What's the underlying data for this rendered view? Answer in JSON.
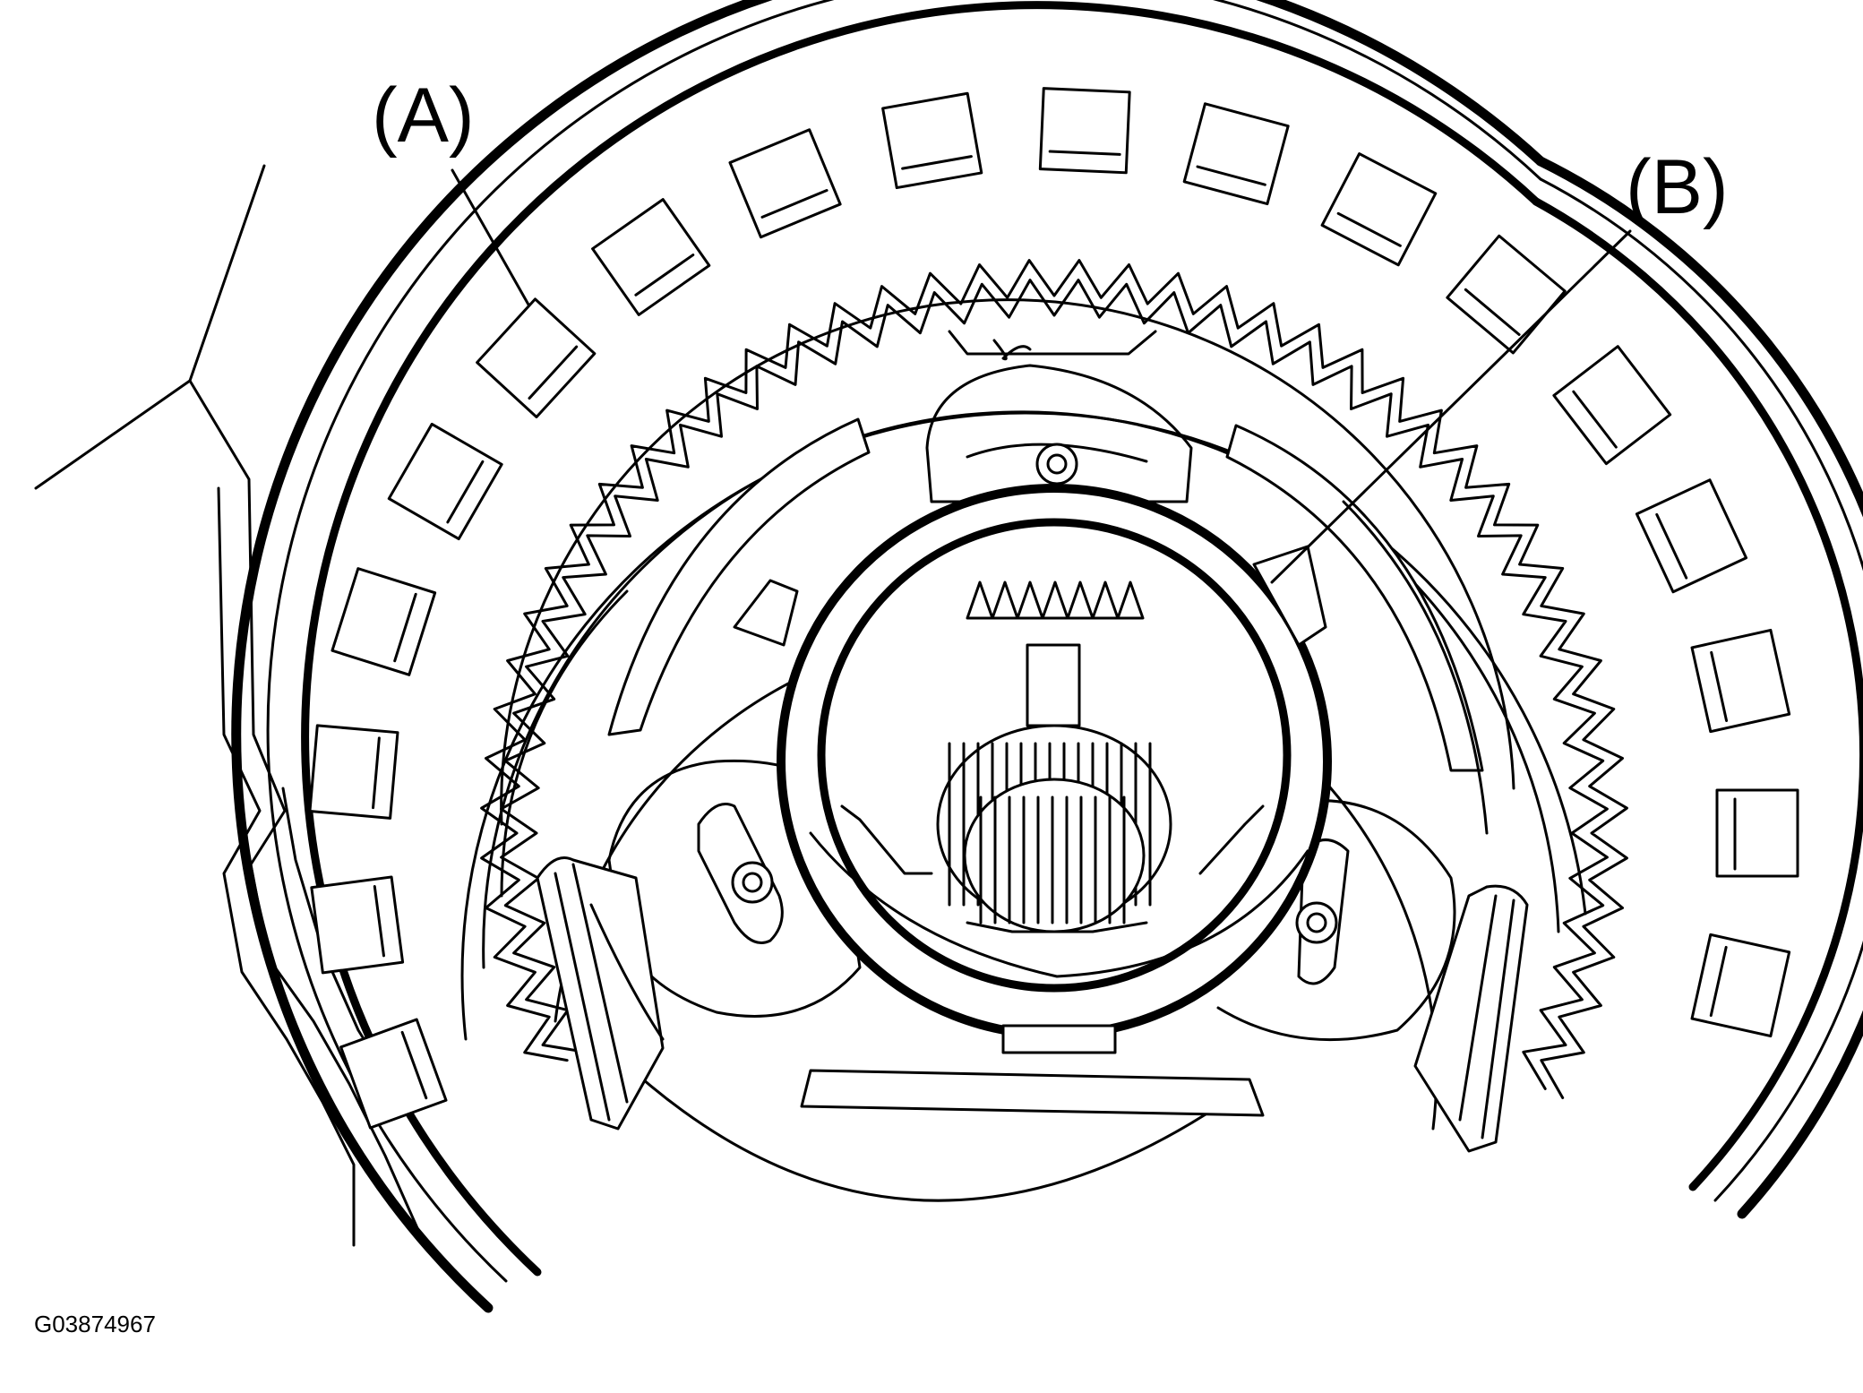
{
  "labels": {
    "a": "(A)",
    "b": "(B)"
  },
  "figure_id": "G03874967",
  "colors": {
    "ink": "#000000",
    "paper": "#ffffff"
  }
}
